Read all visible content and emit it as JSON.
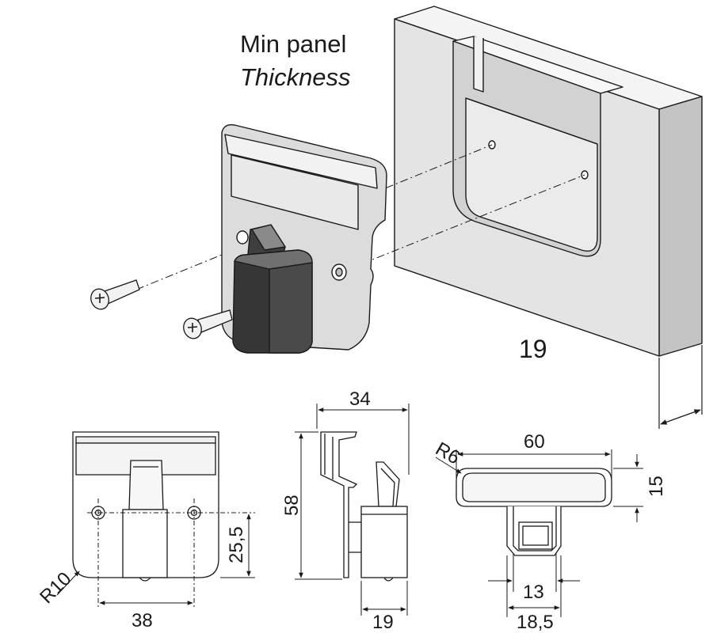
{
  "caption": {
    "line1": "Min panel",
    "line2": "Thickness"
  },
  "dimensions": {
    "panel_thickness": "19",
    "front_width": "34",
    "front_height": "58",
    "front_bottom": "19",
    "back_hole_spacing": "38",
    "back_hole_height": "25,5",
    "back_corner_radius": "R10",
    "top_length": "60",
    "top_height": "15",
    "top_radius": "R6",
    "top_inner": "13",
    "top_outer": "18,5"
  },
  "colors": {
    "line": "#1a1a1a",
    "panel_face": "#e6e6e6",
    "panel_side": "#c8c8c8",
    "panel_top": "#f4f4f4",
    "plate": "#dcdcdc",
    "button": "#3a3a3a"
  }
}
